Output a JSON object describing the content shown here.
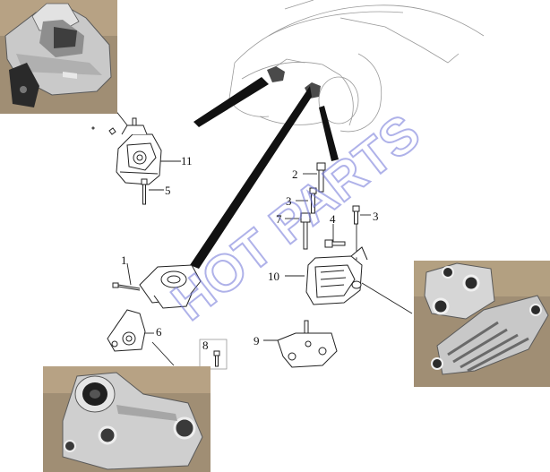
{
  "watermark": "HOT PARTS",
  "callouts": [
    "1",
    "2",
    "3",
    "3",
    "3",
    "4",
    "5",
    "6",
    "7",
    "8",
    "9",
    "10",
    "11"
  ],
  "colors": {
    "line": "#222222",
    "metal_light": "#d9d9d9",
    "metal_dark": "#6b6b6b",
    "photo_bg": "#a08e74",
    "watermark": "#6f74d8"
  }
}
